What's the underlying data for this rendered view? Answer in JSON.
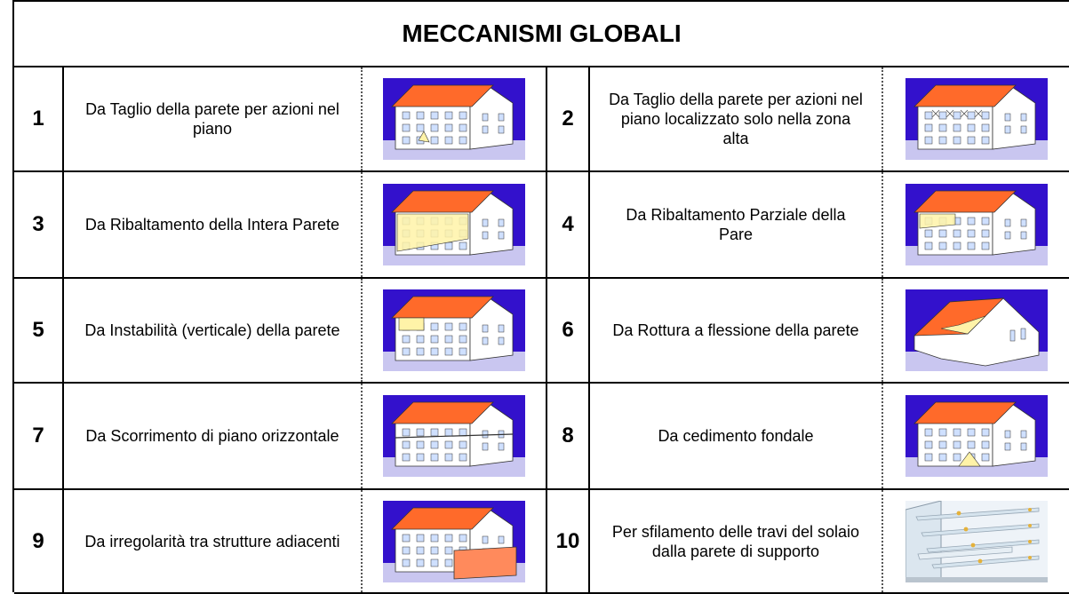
{
  "title": "MECCANISMI GLOBALI",
  "mechanisms": [
    {
      "num": "1",
      "label": "Da Taglio della parete per azioni nel piano",
      "icon": "house-shear-in-plane-illustration"
    },
    {
      "num": "2",
      "label": "Da Taglio della parete per azioni nel piano localizzato solo nella zona alta",
      "icon": "house-shear-upper-illustration"
    },
    {
      "num": "3",
      "label": "Da Ribaltamento della Intera Parete",
      "icon": "house-full-overturning-illustration"
    },
    {
      "num": "4",
      "label": "Da Ribaltamento Parziale della Pare",
      "icon": "house-partial-overturning-illustration"
    },
    {
      "num": "5",
      "label": "Da Instabilità (verticale) della parete",
      "icon": "house-vertical-instability-illustration"
    },
    {
      "num": "6",
      "label": "Da Rottura a flessione della parete",
      "icon": "house-flexural-failure-illustration"
    },
    {
      "num": "7",
      "label": "Da Scorrimento di piano orizzontale",
      "icon": "house-floor-sliding-illustration"
    },
    {
      "num": "8",
      "label": "Da cedimento fondale",
      "icon": "house-foundation-settlement-illustration"
    },
    {
      "num": "9",
      "label": "Da irregolarità tra strutture adiacenti",
      "icon": "house-adjacent-structures-illustration"
    },
    {
      "num": "10",
      "label": "Per sfilamento delle travi del solaio dalla parete di supporto",
      "icon": "beam-pullout-illustration"
    }
  ],
  "colors": {
    "sky": "#3311cc",
    "roof": "#ff6a2a",
    "wall": "#ffffff",
    "ground": "#c9c6f0",
    "crack": "#fff3a8",
    "window": "#cfe0ff"
  }
}
